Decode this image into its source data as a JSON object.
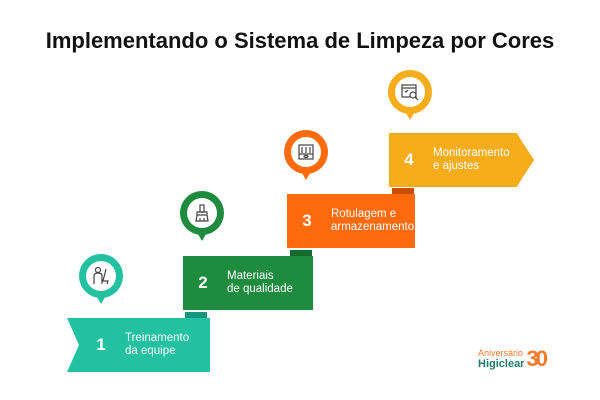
{
  "title": "Implementando o Sistema de Limpeza por Cores",
  "steps": [
    {
      "number": "1",
      "line1": "Treinamento",
      "line2": "da equipe",
      "color": "#22c1a1",
      "icon": "person-cleaning-icon"
    },
    {
      "number": "2",
      "line1": "Materiais",
      "line2": "de qualidade",
      "color": "#1e8b3f",
      "icon": "brush-icon"
    },
    {
      "number": "3",
      "line1": "Rotulagem e",
      "line2": "armazenamento",
      "color": "#ff6a0c",
      "icon": "storage-box-icon"
    },
    {
      "number": "4",
      "line1": "Monitoramento",
      "line2": "e ajustes",
      "color": "#f7ac1a",
      "icon": "monitor-search-icon"
    }
  ],
  "logo": {
    "line1": "Aniversário",
    "line2": "Higiclear",
    "number": "30"
  }
}
